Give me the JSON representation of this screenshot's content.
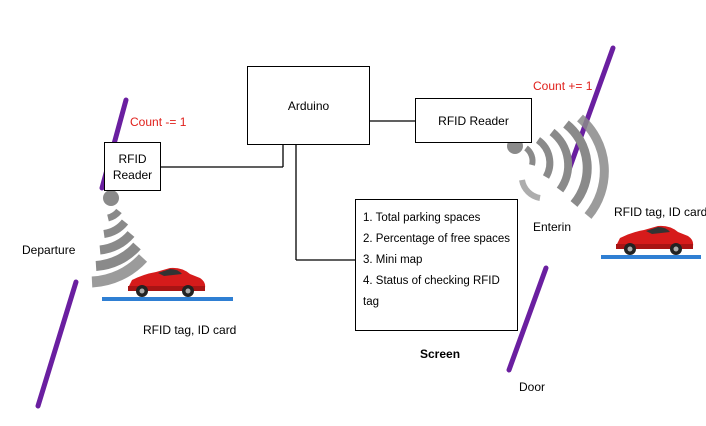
{
  "arduino": "Arduino",
  "rfid_reader_right": "RFID Reader",
  "rfid_reader_left": [
    "RFID",
    "Reader"
  ],
  "count_left": "Count -= 1",
  "count_right": "Count += 1",
  "departure": "Departure",
  "entering": "Enterin",
  "door": "Door",
  "rfid_tag_left": "RFID tag, ID card",
  "rfid_tag_right": "RFID tag, ID card",
  "screen_items": [
    "1. Total parking spaces",
    "2. Percentage of free spaces",
    "3. Mini map",
    "4. Status of checking RFID tag"
  ],
  "screen_label": "Screen",
  "colors": {
    "door_line": "#6a1fa0",
    "count_text": "#e0201b",
    "car_body": "#d61b1b",
    "road": "#2f7fd3",
    "signal": "#8c8c8c"
  },
  "icons": [
    "wifi-signal-icon",
    "car-icon"
  ]
}
